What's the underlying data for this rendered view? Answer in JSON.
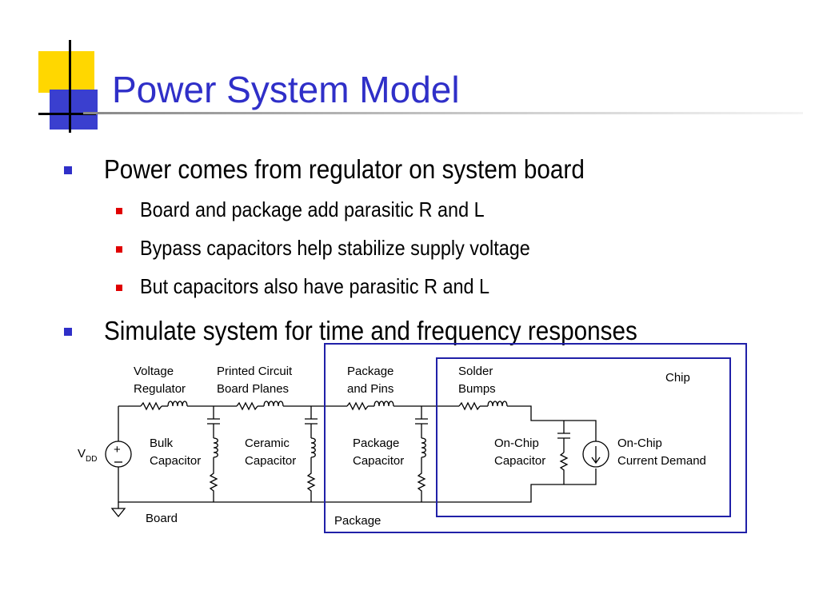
{
  "slide": {
    "title": "Power System Model",
    "bullets": [
      {
        "text": "Power comes from regulator on system board"
      },
      {
        "text": "Board and package add parasitic R and L"
      },
      {
        "text": "Bypass capacitors help stabilize supply voltage"
      },
      {
        "text": "But capacitors also have parasitic R and L"
      },
      {
        "text": "Simulate system for time and frequency responses"
      }
    ]
  },
  "diagram": {
    "labels": {
      "voltage_regulator": [
        "Voltage",
        "Regulator"
      ],
      "board_planes": [
        "Printed Circuit",
        "Board Planes"
      ],
      "package_pins": [
        "Package",
        "and Pins"
      ],
      "solder_bumps": [
        "Solder",
        "Bumps"
      ],
      "chip": "Chip",
      "vdd_main": "V",
      "vdd_sub": "DD",
      "bulk_capacitor": [
        "Bulk",
        "Capacitor"
      ],
      "ceramic_capacitor": [
        "Ceramic",
        "Capacitor"
      ],
      "package_capacitor": [
        "Package",
        "Capacitor"
      ],
      "onchip_capacitor": [
        "On-Chip",
        "Capacitor"
      ],
      "onchip_current": [
        "On-Chip",
        "Current Demand"
      ],
      "board": "Board",
      "package": "Package"
    },
    "colors": {
      "package_box": "#2020a8",
      "chip_box": "#2020a8",
      "wire": "#000000"
    }
  }
}
